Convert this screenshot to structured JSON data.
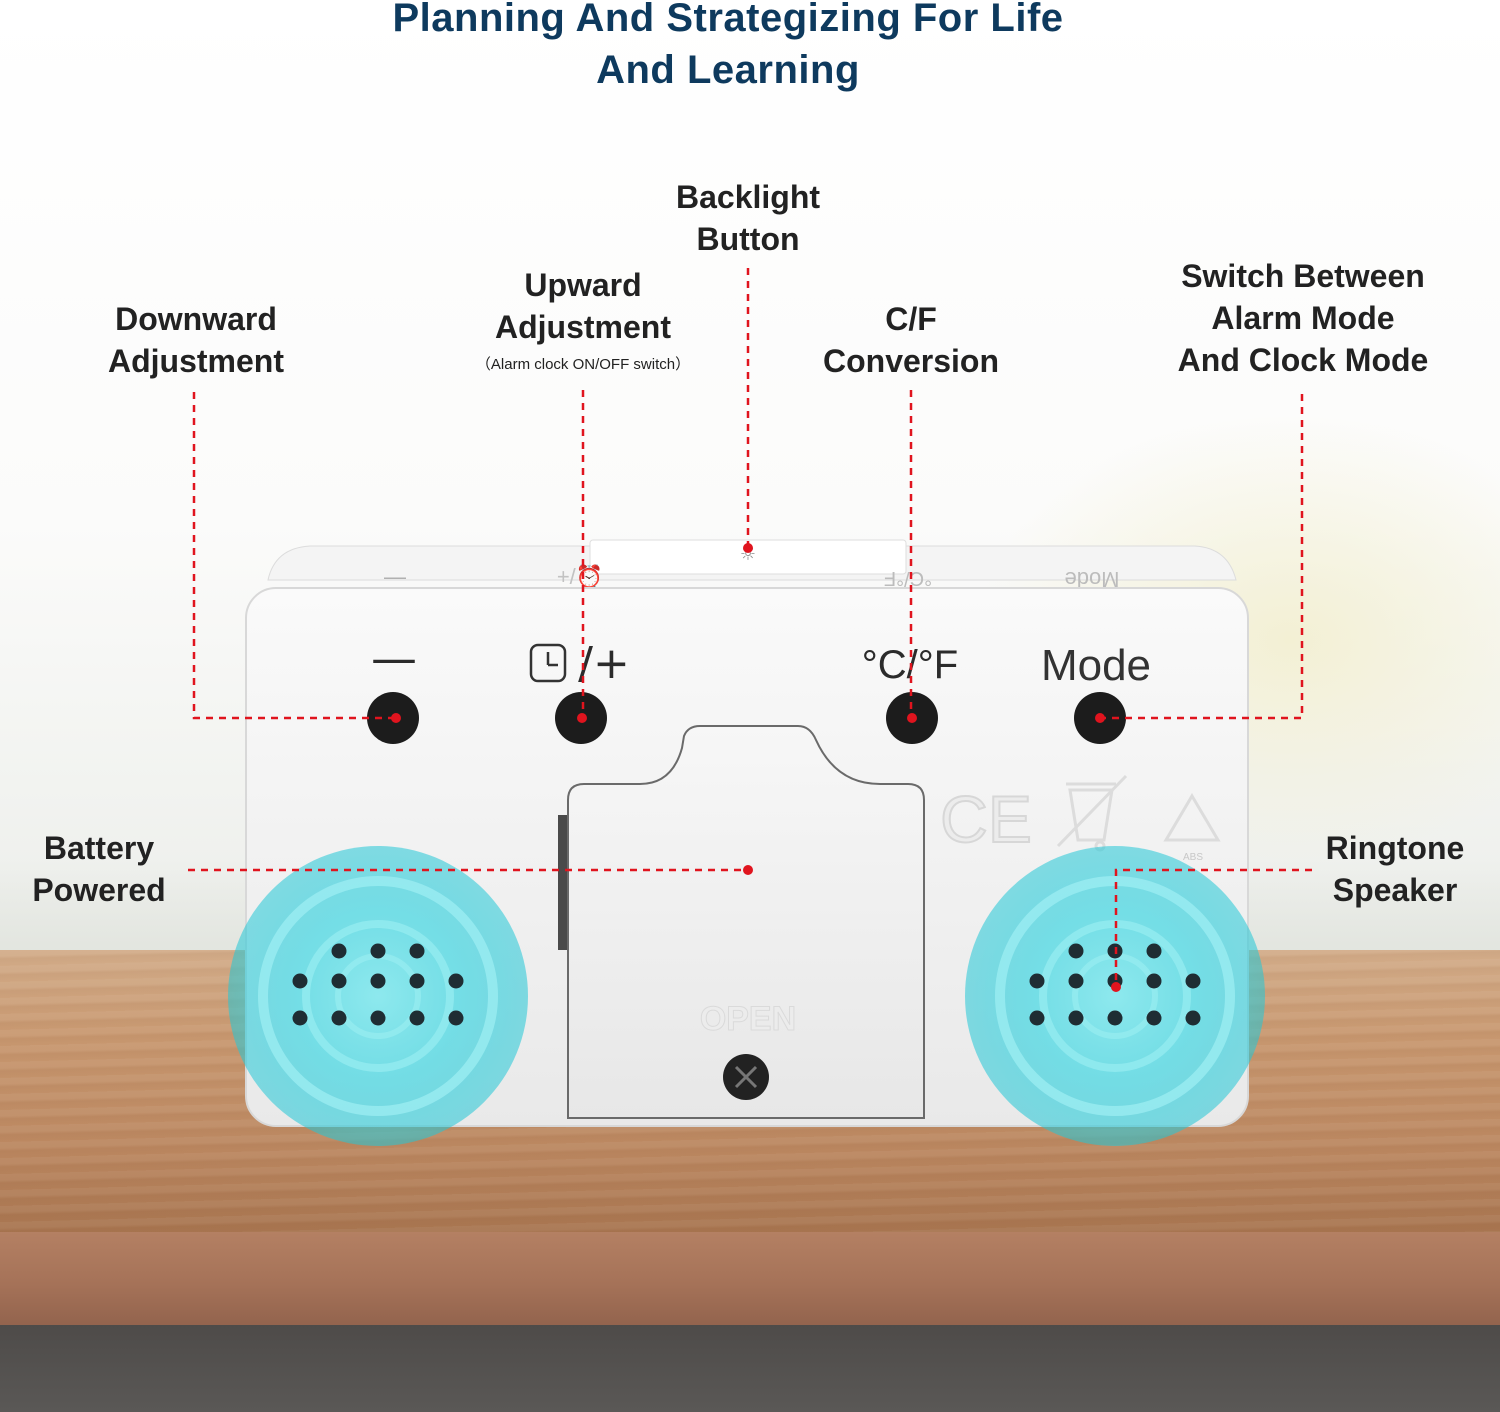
{
  "title": {
    "line1": "Planning And Strategizing For Life",
    "line2": "And Learning"
  },
  "labels": {
    "backlight": {
      "line1": "Backlight",
      "line2": "Button"
    },
    "upward": {
      "line1": "Upward",
      "line2": "Adjustment",
      "sub": "（Alarm clock ON/OFF switch）"
    },
    "downward": {
      "line1": "Downward",
      "line2": "Adjustment"
    },
    "cf": {
      "line1": "C/F",
      "line2": "Conversion"
    },
    "mode_switch": {
      "line1": "Switch Between",
      "line2": "Alarm Mode",
      "line3": "And Clock Mode"
    },
    "battery": {
      "line1": "Battery",
      "line2": "Powered"
    },
    "ringtone": {
      "line1": "Ringtone",
      "line2": "Speaker"
    }
  },
  "device": {
    "btn_minus_symbol": "—",
    "btn_plus_symbol": "/+",
    "btn_cf_symbol": "°C/°F",
    "btn_mode_symbol": "Mode",
    "compartment_text": "OPEN",
    "ce_mark": "CE",
    "recycle_text": "ABS"
  },
  "colors": {
    "title": "#0e3a5e",
    "leader_line": "#e0141e",
    "speaker_glow": "#2fd0de",
    "device_body": "#f0f0f0"
  }
}
